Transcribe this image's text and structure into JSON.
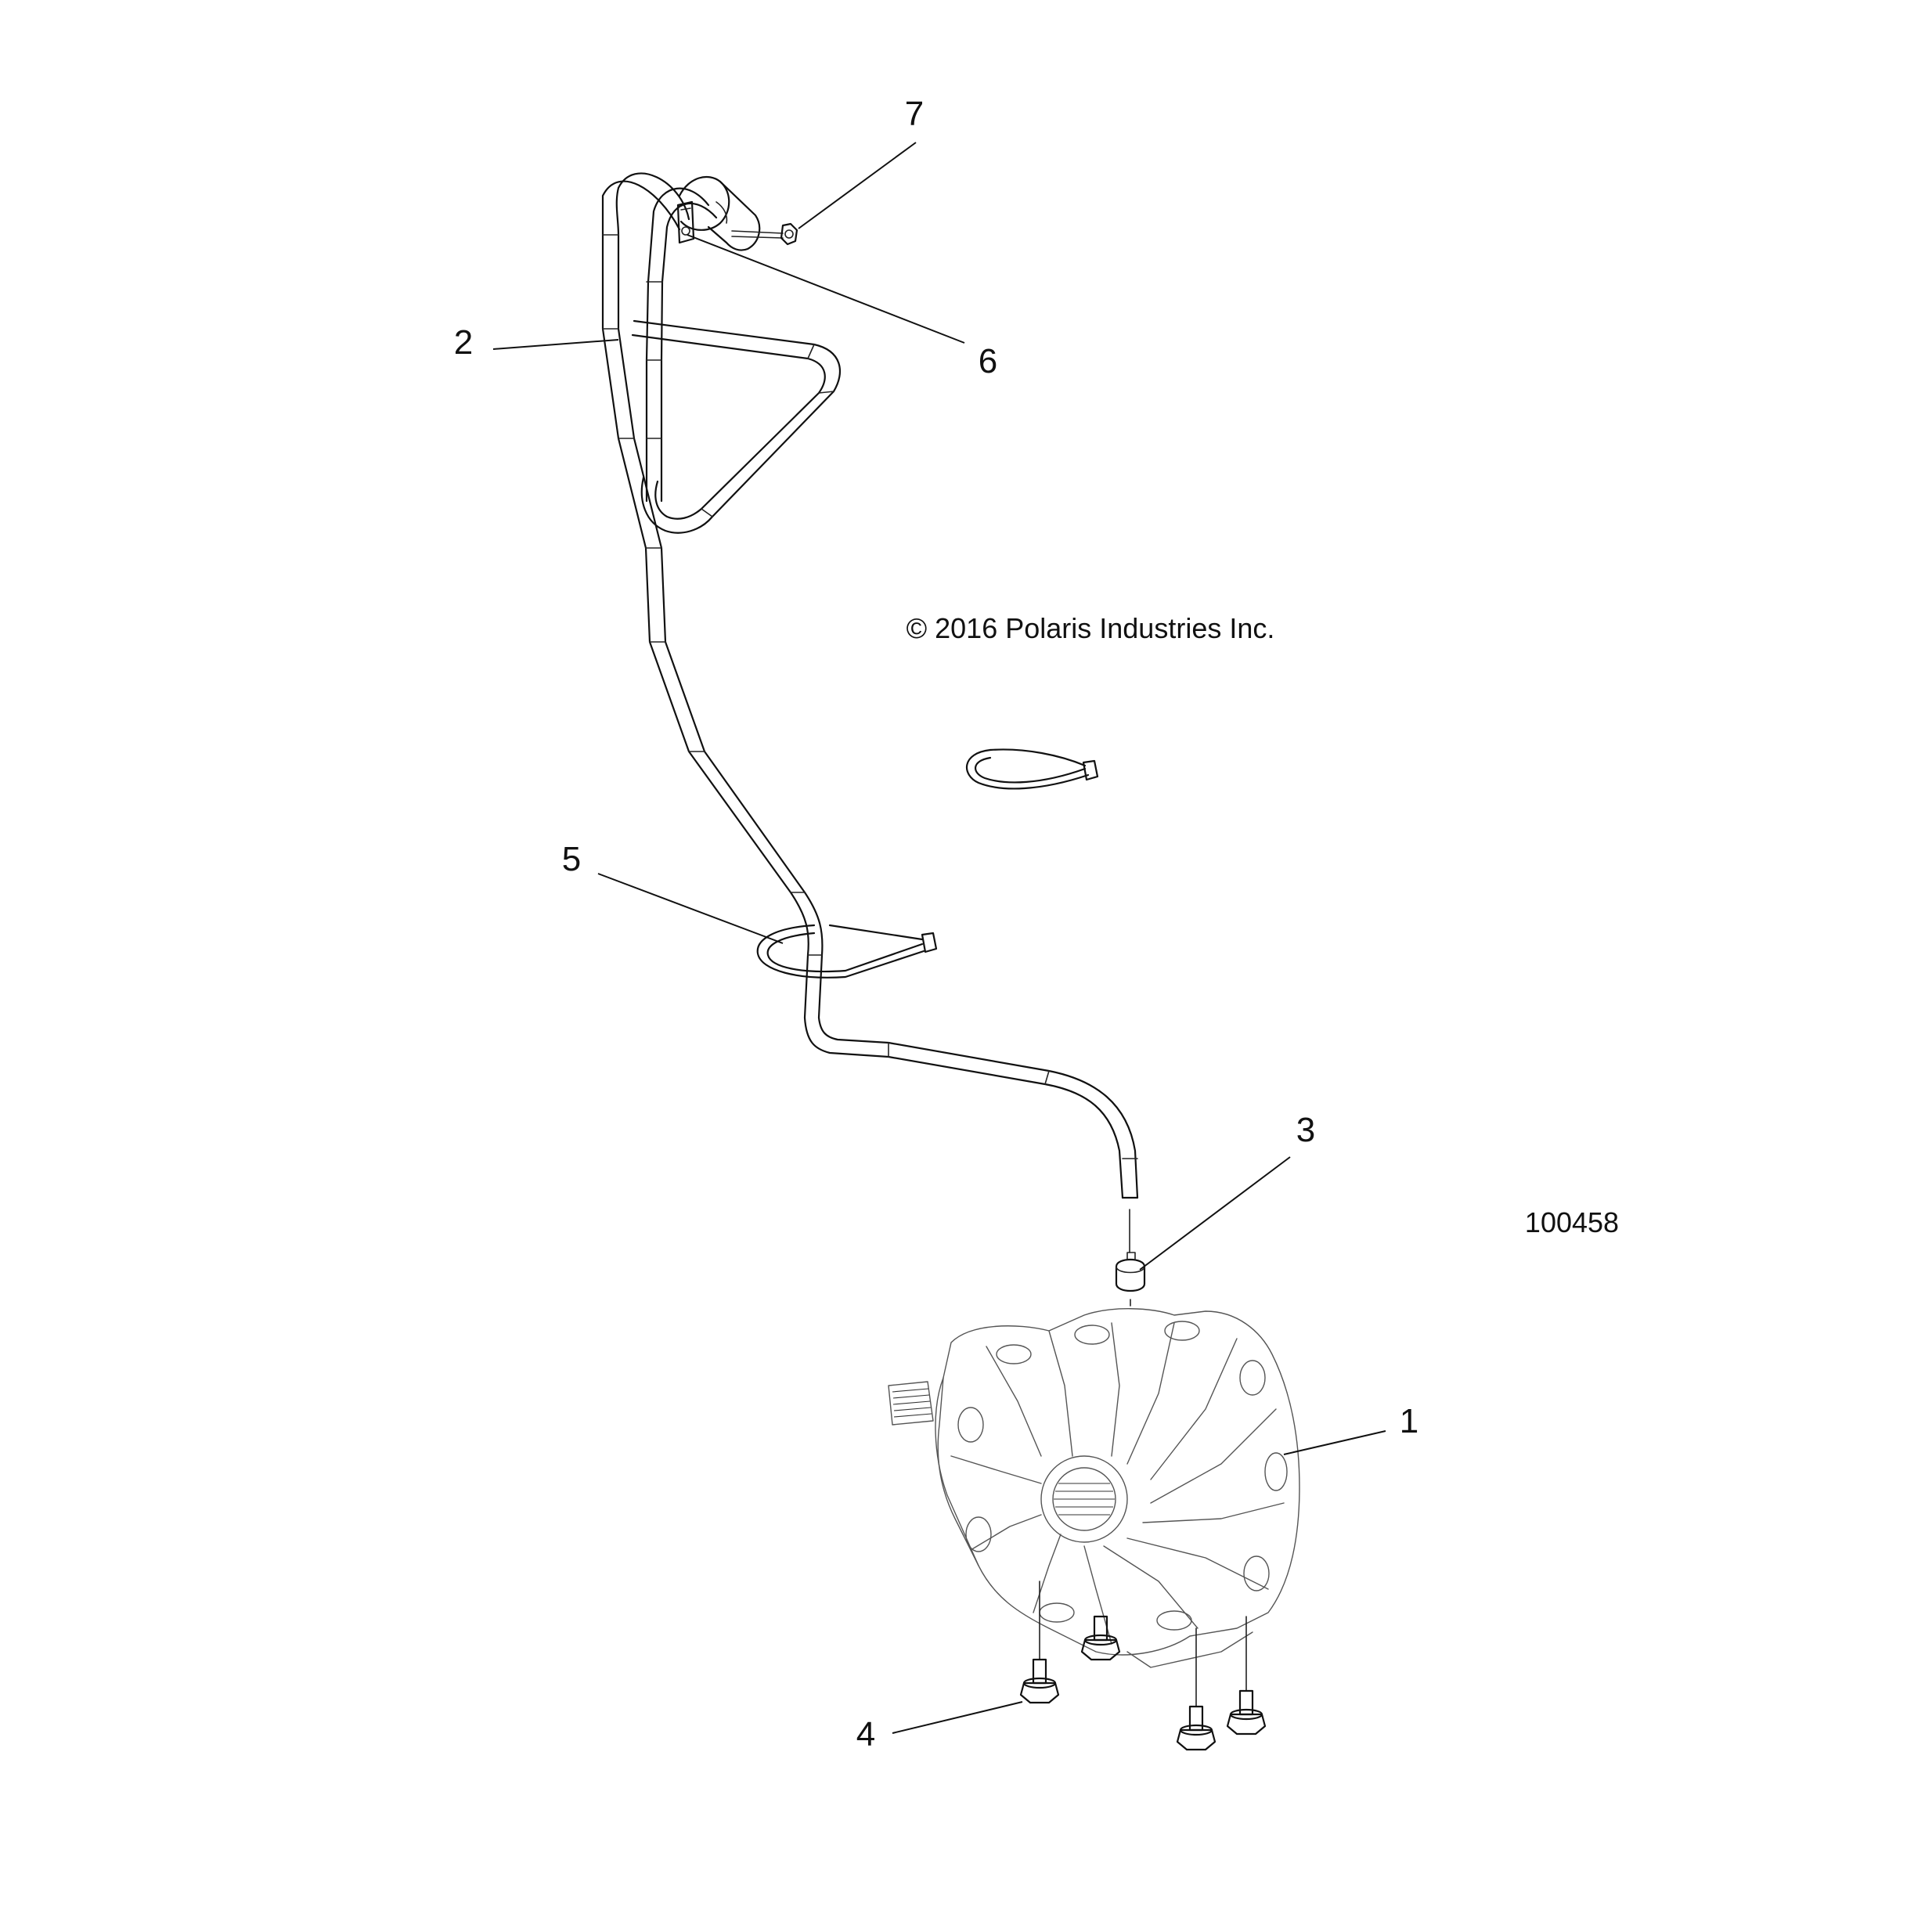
{
  "diagram": {
    "copyright": "© 2016 Polaris Industries Inc.",
    "figure_number": "100458",
    "callouts": [
      {
        "id": "1",
        "label": "1",
        "part": "gearcase"
      },
      {
        "id": "2",
        "label": "2",
        "part": "vent-hose"
      },
      {
        "id": "3",
        "label": "3",
        "part": "hose-clamp"
      },
      {
        "id": "4",
        "label": "4",
        "part": "mounting-bolt"
      },
      {
        "id": "5",
        "label": "5",
        "part": "cable-tie"
      },
      {
        "id": "6",
        "label": "6",
        "part": "bracket"
      },
      {
        "id": "7",
        "label": "7",
        "part": "nut"
      }
    ]
  }
}
